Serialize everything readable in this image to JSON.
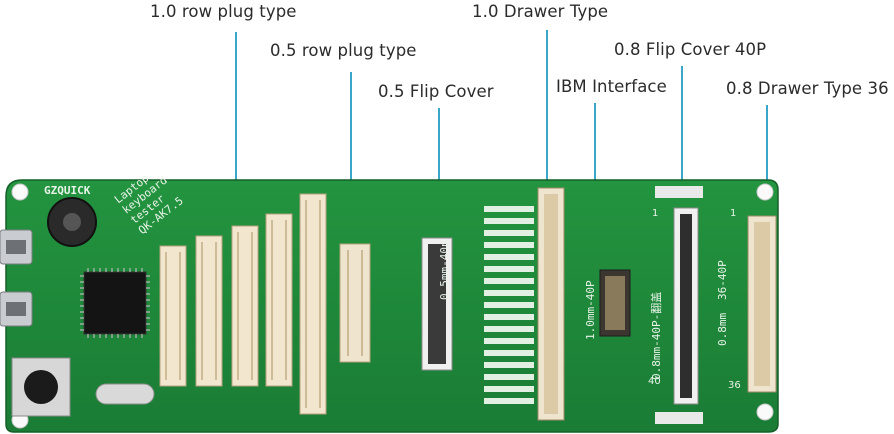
{
  "callouts": {
    "row_plug_10": "1.0 row plug type",
    "row_plug_05": "0.5 row plug type",
    "flip_cover_05": "0.5 Flip Cover",
    "drawer_10": "1.0 Drawer Type",
    "ibm": "IBM Interface",
    "flip_cover_08_40p": "0.8 Flip Cover 40P",
    "drawer_08_36": "0.8 Drawer Type 36"
  },
  "board": {
    "brand": "GZQUICK",
    "product_lines": [
      "Laptop",
      "keyboard",
      "tester",
      "QK-AK7.5"
    ],
    "silk_05_40p": "0.5mm-40p",
    "silk_10_40p": "1.0mm-40P",
    "silk_08_40p": "0.8mm-40P-翻盖",
    "silk_08_36_40p": "36-40P",
    "silk_08mm": "0.8mm",
    "pin_1_a": "1",
    "pin_1_b": "1",
    "pin_40": "40",
    "pin_36": "36"
  },
  "colors": {
    "pcb": "#1f8a3c",
    "pcb_dark": "#17702f",
    "silk": "#e8f4ea",
    "connector": "#f2e6cf",
    "leader": "#3aa7c9"
  }
}
